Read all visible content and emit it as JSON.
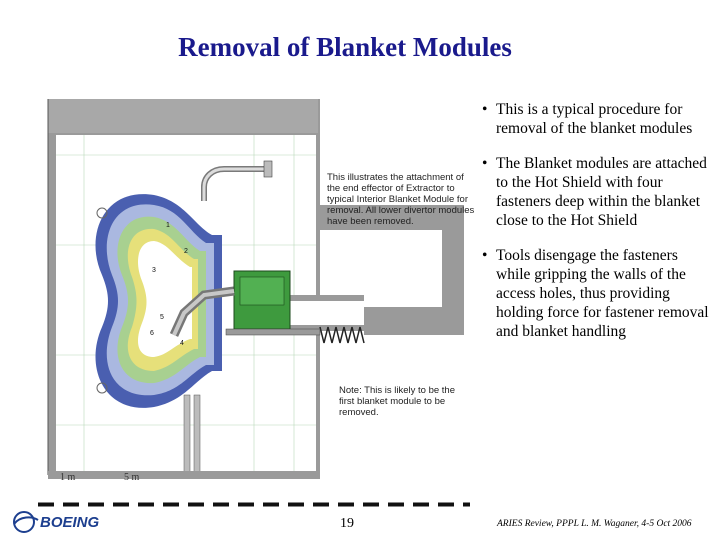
{
  "slide": {
    "title": "Removal of Blanket Modules",
    "page_number": "19",
    "footer": "ARIES Review, PPPL  L. M. Waganer, 4-5 Oct 2006",
    "logo_text": "BOEING"
  },
  "bullets": [
    "This is a typical procedure for removal of the blanket modules",
    "The Blanket modules are attached to the Hot Shield with four fasteners deep within the blanket close to the Hot Shield",
    "Tools disengage the fasteners while gripping the walls of the access holes, thus providing holding force for fastener removal and blanket handling"
  ],
  "diagram": {
    "callout_top": "This illustrates the attachment of the end effector of Extractor to typical Interior Blanket Module for removal. All lower divertor modules have been removed.",
    "callout_bottom": "Note: This is likely to be the first blanket module to be removed.",
    "scale_1": "1 m",
    "scale_2": "5 m",
    "module_labels": [
      "1",
      "2",
      "3",
      "4",
      "5",
      "6"
    ],
    "colors": {
      "shield_gray": "#9a9a9a",
      "blanket_blue": "#4a5fb0",
      "extractor_green": "#3e9a3e",
      "module_yellow": "#e6e07a",
      "module_green": "#a8d090"
    }
  }
}
